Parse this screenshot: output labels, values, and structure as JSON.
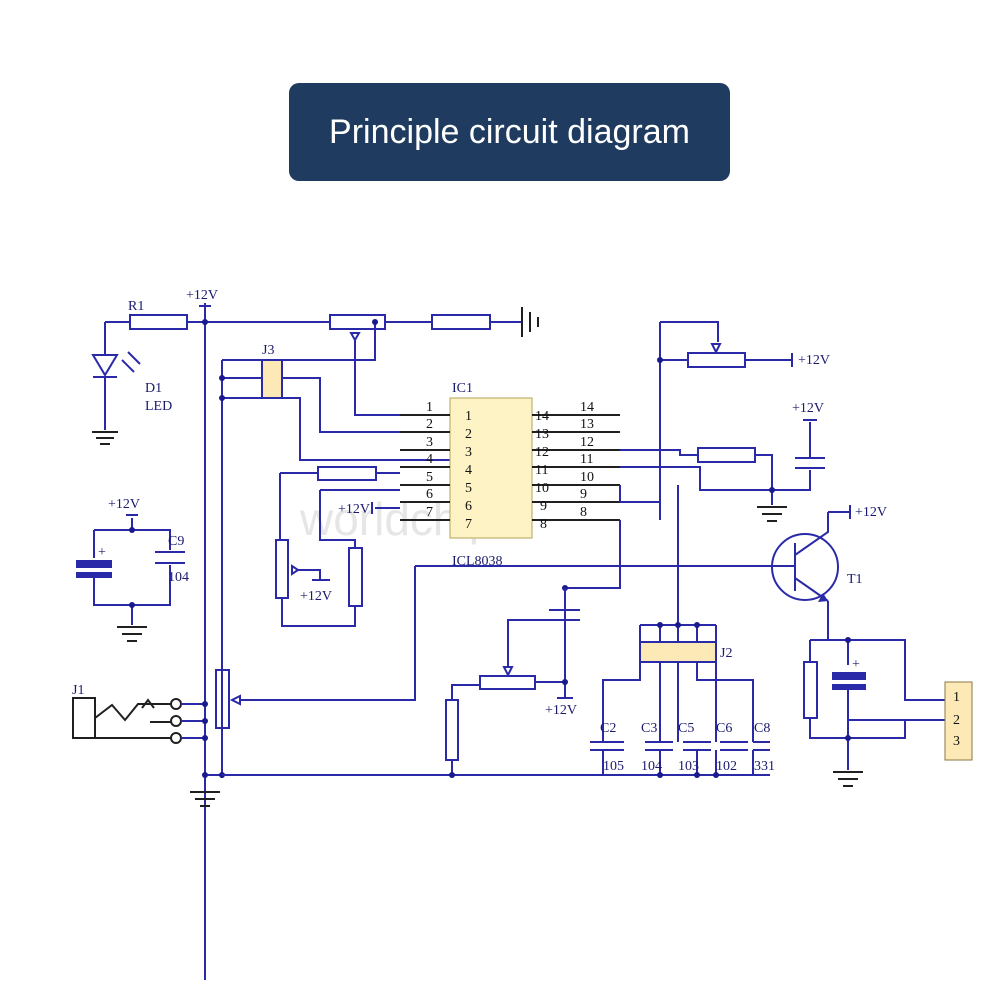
{
  "title": "Principle circuit diagram",
  "watermark": "worldchips",
  "labels": {
    "r1": "R1",
    "d1": "D1",
    "led": "LED",
    "j3": "J3",
    "ic1": "IC1",
    "icl8038": "ICL8038",
    "c9": "C9",
    "c9_val": "104",
    "j1": "J1",
    "t1": "T1",
    "j2": "J2",
    "c2": "C2",
    "c3": "C3",
    "c5": "C5",
    "c6": "C6",
    "c8": "C8",
    "c2_val": "105",
    "c3_val": "104",
    "c5_val": "103",
    "c6_val": "102",
    "c8_val": "331",
    "v12": "+12V",
    "plus": "+"
  },
  "ic_pins_left": [
    "1",
    "2",
    "3",
    "4",
    "5",
    "6",
    "7"
  ],
  "ic_pins_right": [
    "14",
    "13",
    "12",
    "11",
    "10",
    "9",
    "8"
  ],
  "connector_pins": [
    "1",
    "2",
    "3"
  ]
}
